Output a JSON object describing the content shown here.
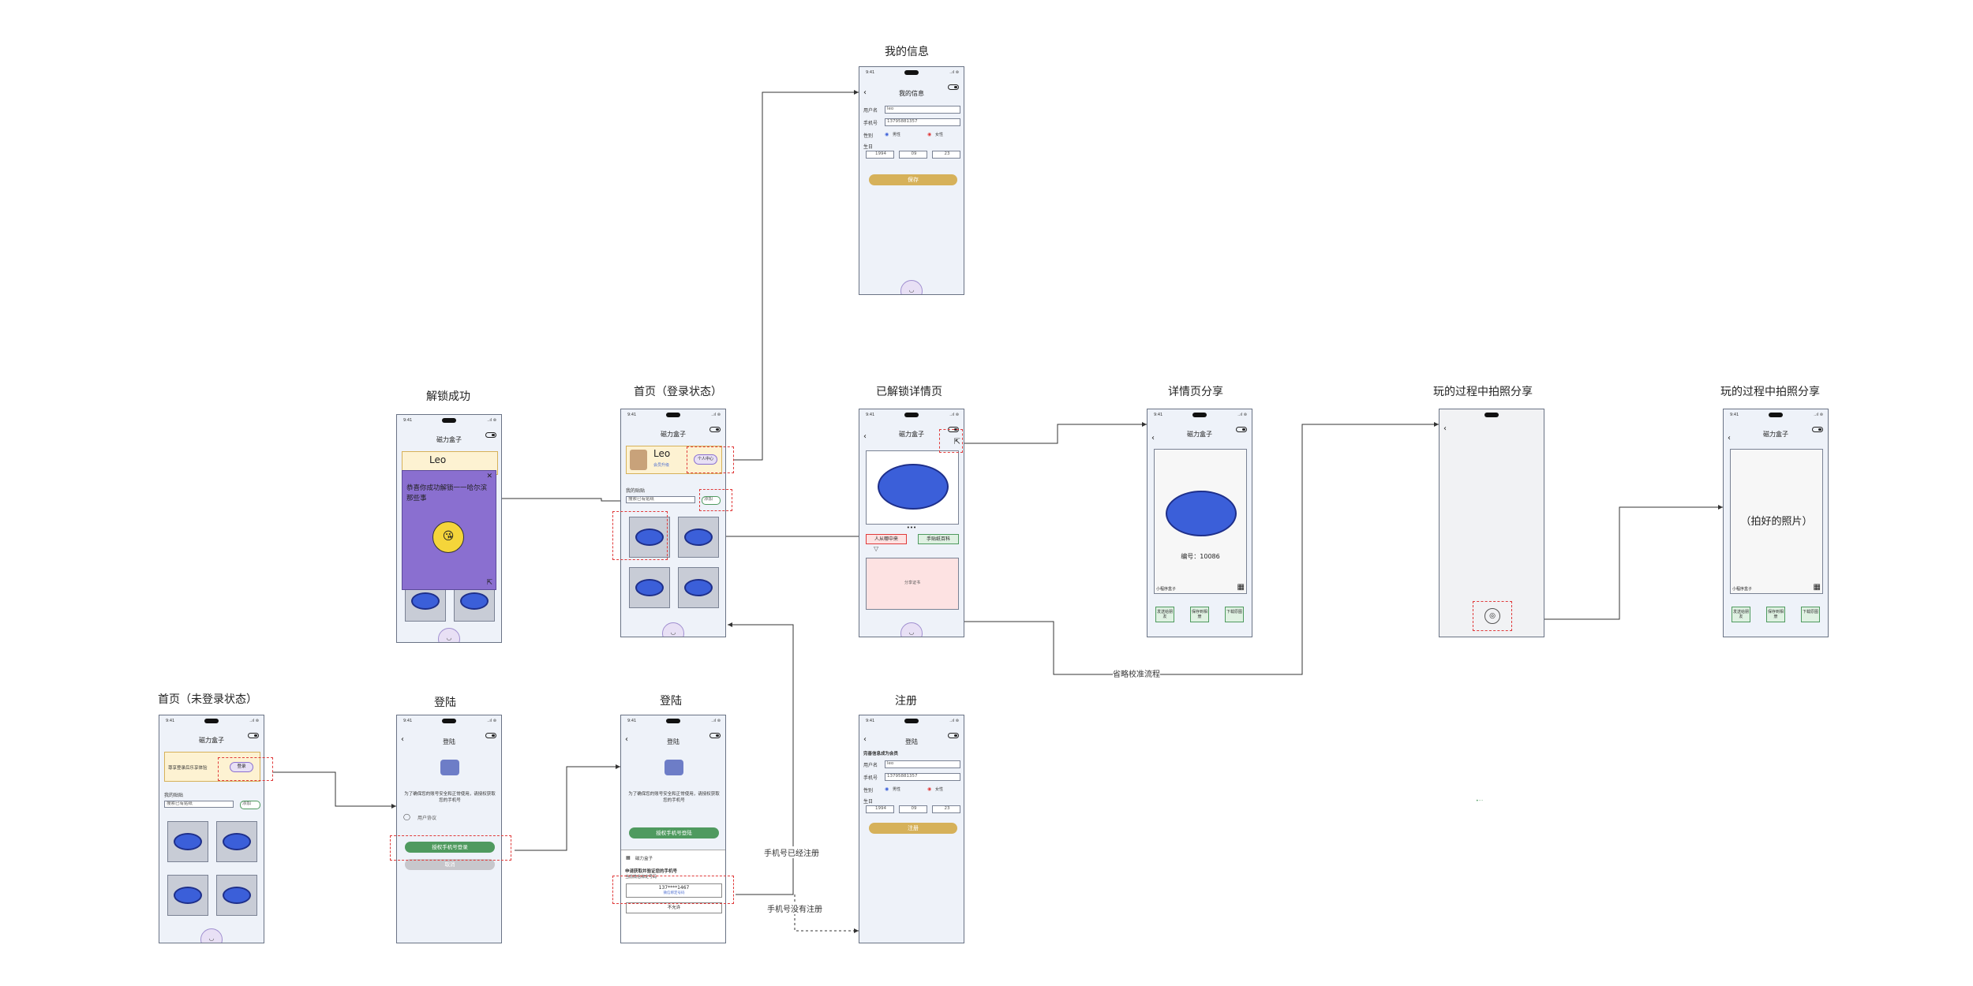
{
  "titles": {
    "home_logged_out": "首页（未登录状态）",
    "login1": "登陆",
    "login2": "登陆",
    "register": "注册",
    "unlock_success": "解锁成功",
    "home_logged_in": "首页（登录状态）",
    "unlocked_detail": "已解锁详情页",
    "detail_share": "详情页分享",
    "photo_share1": "玩的过程中拍照分享",
    "photo_share2": "玩的过程中拍照分享",
    "my_info": "我的信息"
  },
  "app": {
    "name": "磁力盒子"
  },
  "home_logged_out": {
    "banner": "尊享登录后乐享体验",
    "login_btn": "登录",
    "section": "我的贴贴",
    "search": "搜索已有贴纸",
    "add": "添加"
  },
  "login1": {
    "heading": "登陆",
    "desc": "为了确保您的账号安全和正常使用，请授权获取您的手机号",
    "agreement": "用户协议",
    "auth_btn": "授权手机号登录",
    "cancel": "取消"
  },
  "login2": {
    "heading": "登陆",
    "desc": "为了确保您的账号安全和正常使用，请授权获取您的手机号",
    "auth_btn": "授权手机号登陆",
    "sheet_app": "磁力盒子",
    "sheet_line1": "申请获取并验证您的手机号",
    "sheet_line2": "当前微信绑定号码",
    "phone": "137****1467",
    "phone_sub": "微信绑定号码",
    "other": "不允许"
  },
  "register": {
    "heading": "登陆",
    "note": "完善信息成为会员",
    "user_lbl": "用户名",
    "user_val": "leo",
    "phone_lbl": "手机号",
    "phone_val": "13795881357",
    "gender_lbl": "性别",
    "male": "男性",
    "female": "女性",
    "birth_lbl": "生日",
    "year": "1994",
    "month": "09",
    "day": "23",
    "submit": "注册"
  },
  "unlock_success": {
    "name": "Leo",
    "message": "恭喜你成功解锁一一哈尔滨那些事",
    "close": "✕"
  },
  "home_logged_in": {
    "name": "Leo",
    "level": "会员升级",
    "badge": "个人中心",
    "section": "我的贴贴",
    "search": "搜索已有贴纸",
    "add": "添加"
  },
  "unlocked_detail": {
    "dots": "•••",
    "tag1": "人从哪中来",
    "tag2": "手贴纸百科",
    "pink": "分享证书"
  },
  "detail_share": {
    "code": "编号：10086",
    "brand": "小程序盒子",
    "b1": "发送给朋友",
    "b2": "保存到相册",
    "b3": "下载原图"
  },
  "photo_share2": {
    "photo": "（拍好的照片）",
    "brand": "小程序盒子",
    "b1": "发送给朋友",
    "b2": "保存到相册",
    "b3": "下载原图"
  },
  "my_info": {
    "heading": "我的信息",
    "user_lbl": "用户名",
    "user_val": "leo",
    "phone_lbl": "手机号",
    "phone_val": "13795881357",
    "gender_lbl": "性别",
    "male": "男性",
    "female": "女性",
    "birth_lbl": "生日",
    "year": "1994",
    "month": "09",
    "day": "23",
    "save": "保存"
  },
  "flow_labels": {
    "registered": "手机号已经注册",
    "not_registered": "手机号没有注册",
    "skip_calib": "省略校准流程"
  },
  "status": {
    "time": "9:41",
    "signal": "..ıl ⊜"
  },
  "colors": {
    "accent_red": "#e03a3a",
    "green": "#4f9a5f",
    "gold": "#d6b15a",
    "purple": "#8a6fd0"
  }
}
